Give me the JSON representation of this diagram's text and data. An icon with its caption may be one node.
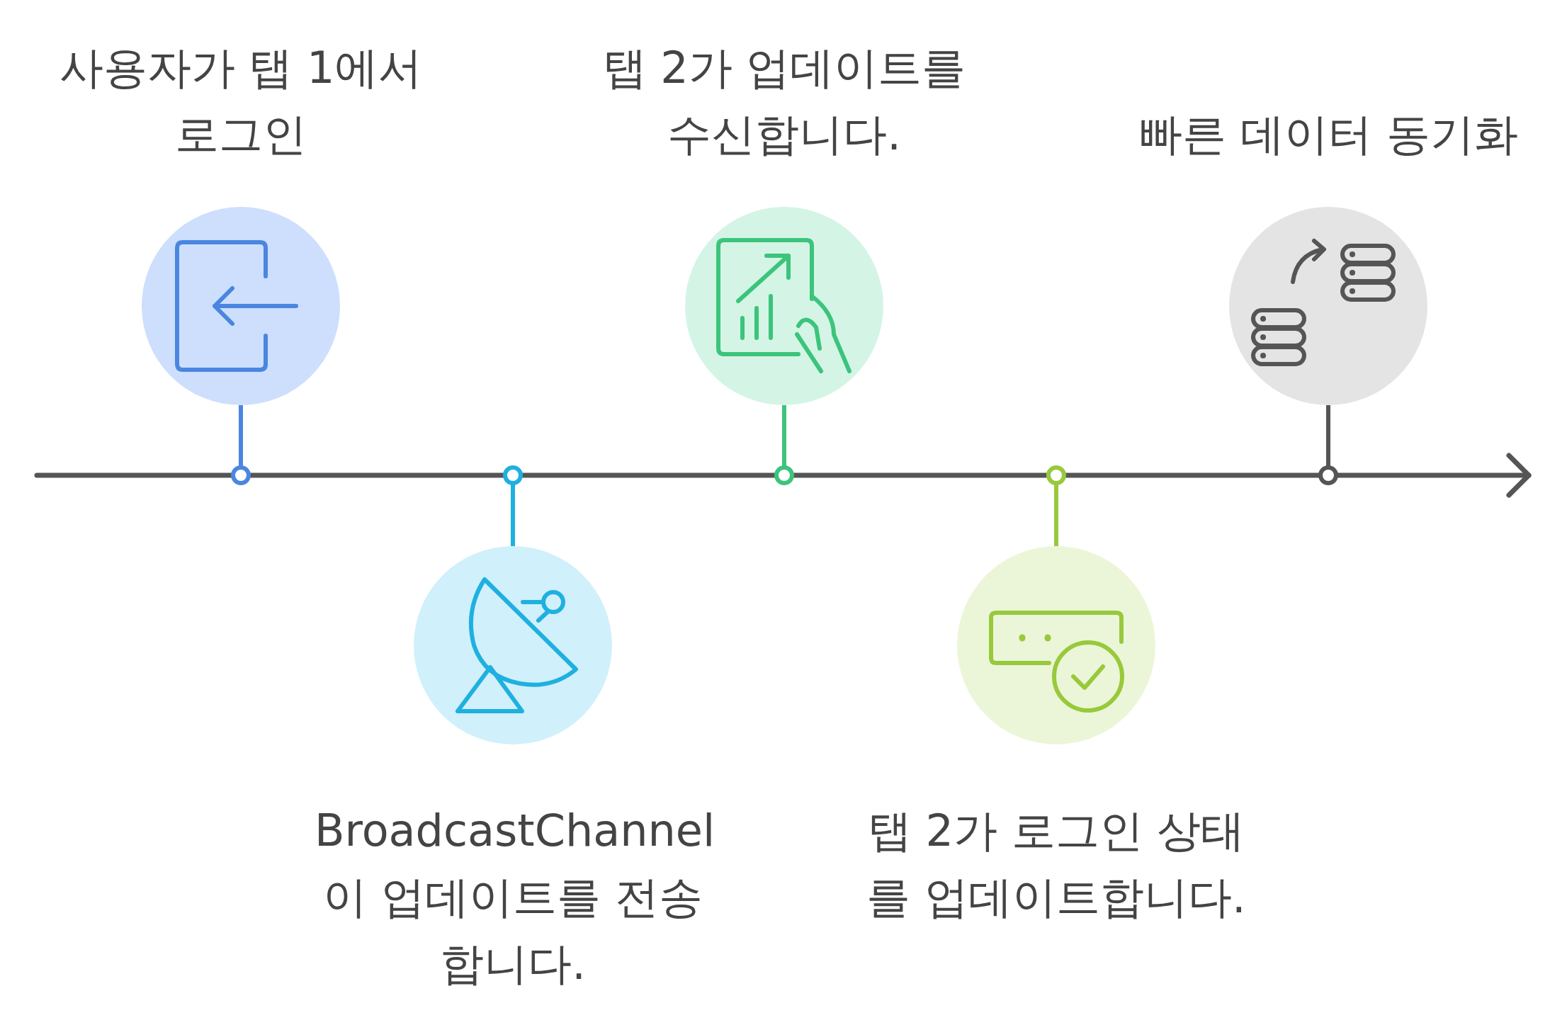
{
  "diagram": {
    "nodes": [
      {
        "text": [
          "사용자가 탭 1에서 로그인"
        ]
      },
      {
        "text": [
          "BroadcastChannel이 업데이트를 전송합니다."
        ]
      },
      {
        "text": [
          "탭 2가 업데이트를 수신합니다."
        ]
      },
      {
        "text": [
          "탭 2가 로그인 상태를 업데이트합니다."
        ]
      },
      {
        "text": [
          "빠른 데이터 동기화"
        ]
      }
    ]
  }
}
